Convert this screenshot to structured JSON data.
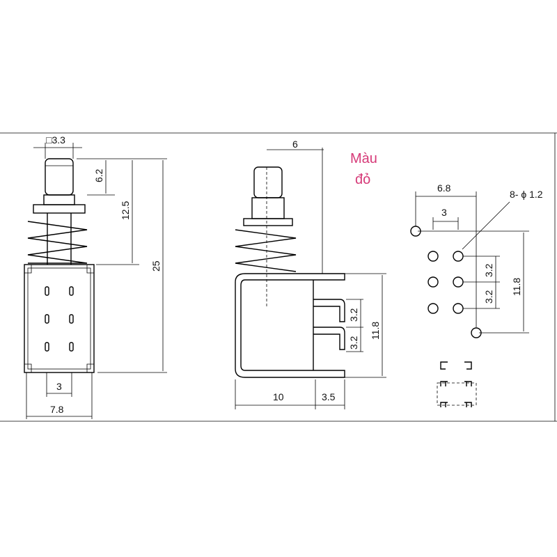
{
  "front_view": {
    "dims": {
      "cap": "□3.3",
      "d1": "6.2",
      "d2": "12.5",
      "d3": "25",
      "pin_pitch": "3",
      "width": "7.8"
    }
  },
  "side_view": {
    "dims": {
      "top": "6",
      "pitch1": "3.2",
      "pitch2": "3.2",
      "height": "11.8",
      "length": "10",
      "pin": "3.5"
    }
  },
  "color_note": {
    "line1": "Màu",
    "line2": "đỏ"
  },
  "footprint": {
    "dims": {
      "width": "6.8",
      "inner": "3",
      "holes": "8- ϕ 1.2",
      "pitch1": "3.2",
      "pitch2": "3.2",
      "height": "11.8"
    }
  }
}
